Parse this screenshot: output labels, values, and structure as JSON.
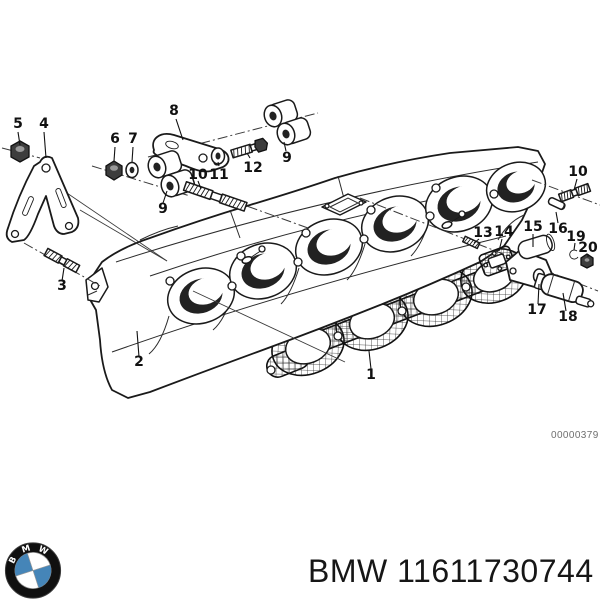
{
  "diagram": {
    "watermark": "00000379",
    "callouts": {
      "c1": "1",
      "c2": "2",
      "c3": "3",
      "c4": "4",
      "c5": "5",
      "c6": "6",
      "c7": "7",
      "c8": "8",
      "c9a": "9",
      "c9b": "9",
      "c10a": "10",
      "c10b": "10",
      "c11": "11",
      "c12": "12",
      "c13": "13",
      "c14": "14",
      "c15": "15",
      "c16": "16",
      "c17": "17",
      "c18": "18",
      "c19": "19",
      "c20": "20"
    }
  },
  "footer": {
    "logo_letters": [
      "B",
      "M",
      "W"
    ],
    "caption": "BMW 11611730744"
  }
}
